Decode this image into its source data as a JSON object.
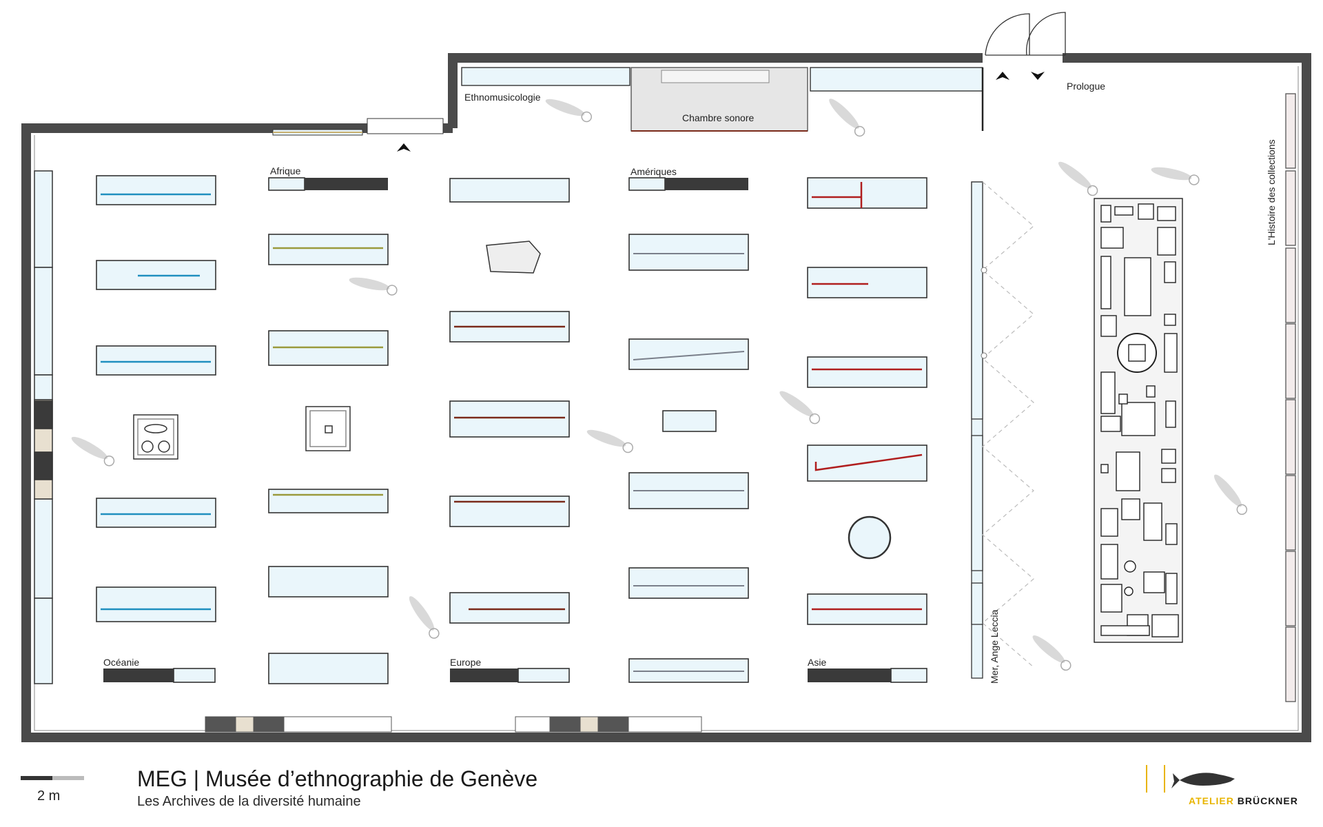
{
  "colors": {
    "wall": "#4a4a4a",
    "vitrine_fill": "#eaf6fb",
    "vitrine_stroke": "#333333",
    "afrique": "#9a9a3c",
    "oceanie": "#1f8fbf",
    "europe": "#7a2a1a",
    "ameriques": "#7a7f8a",
    "asie": "#b01e1e",
    "chambre": "#e6e6e6",
    "logo_yellow": "#e8b400",
    "logo_dark": "#1a1a1a"
  },
  "sections": {
    "afrique": "Afrique",
    "ameriques": "Amériques",
    "oceanie": "Océanie",
    "europe": "Europe",
    "asie": "Asie",
    "ethnomusicologie": "Ethnomusicologie",
    "chambre_sonore": "Chambre sonore",
    "prologue": "Prologue",
    "histoire_collections": "L'Histoire des collections",
    "mer": "Mer, Ange Leccia"
  },
  "icons": [
    "entrance-arrow-icon",
    "exit-arrow-icon",
    "visitor-figure-icon",
    "salmon-logo-icon"
  ],
  "footer": {
    "title": "MEG | Musée d’ethnographie de Genève",
    "subtitle": "Les Archives de la diversité humaine",
    "scale": "2 m"
  },
  "logo": {
    "part1": "ATELIER ",
    "part2": "BRÜCKNER"
  }
}
